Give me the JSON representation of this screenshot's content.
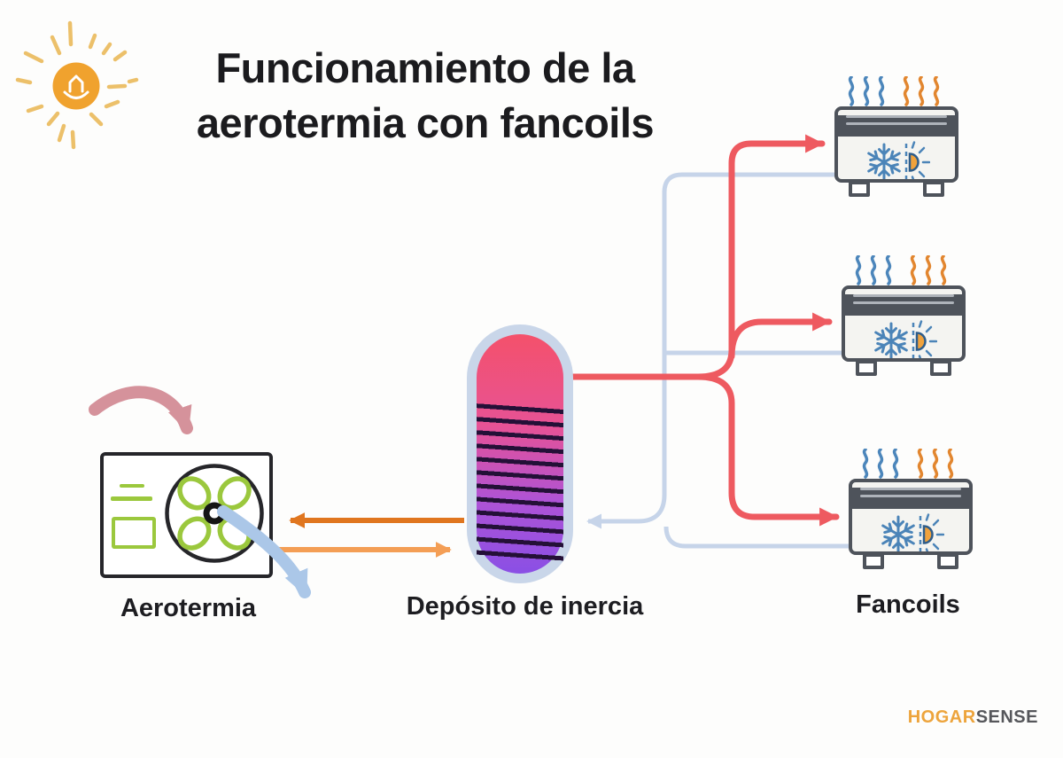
{
  "title": {
    "line1": "Funcionamiento de la",
    "line2": "aerotermia con fancoils"
  },
  "labels": {
    "aerotermia": "Aerotermia",
    "deposito": "Depósito de inercia",
    "fancoils": "Fancoils"
  },
  "logo": {
    "hogar": "HOGAR",
    "sense": "SENSE"
  },
  "colors": {
    "hot_supply_pipe": "#EE5A60",
    "cool_return_pipe": "#C6D4E9",
    "tank_to_heatpump_pipe": "#E0761F",
    "heatpump_to_tank_pipe": "#F49E55",
    "air_intake_arrow": "#D5929B",
    "air_exhaust_arrow": "#ABC7E8",
    "tank_top": "#F4516B",
    "tank_bottom": "#8A4FE5",
    "tank_shell": "#C9D6E9",
    "fan_green": "#9BC83D",
    "fancoil_gray": "#4E535B",
    "cool_wave_blue": "#4C86BB",
    "heat_wave_orange": "#E2862F",
    "sun_orange": "#F0A22E",
    "logo_hogar": "#EDA43C",
    "logo_sense": "#56575B"
  },
  "icons": [
    "sun-icon",
    "house-icon",
    "fan-icon",
    "snowflake-icon",
    "half-sun-icon",
    "cool-waves-icon",
    "heat-waves-icon"
  ],
  "diagram": {
    "nodes": [
      "Aerotermia",
      "Depósito de inercia",
      "Fancoil 1",
      "Fancoil 2",
      "Fancoil 3"
    ],
    "flows": [
      {
        "name": "hot water supply",
        "color": "#EE5A60",
        "from": "Depósito de inercia",
        "to": [
          "Fancoil 1",
          "Fancoil 2",
          "Fancoil 3"
        ]
      },
      {
        "name": "water return",
        "color": "#C6D4E9",
        "from": [
          "Fancoil 1",
          "Fancoil 2",
          "Fancoil 3"
        ],
        "to": "Depósito de inercia"
      },
      {
        "name": "tank to heat pump",
        "color": "#E0761F",
        "from": "Depósito de inercia",
        "to": "Aerotermia"
      },
      {
        "name": "heat pump to tank",
        "color": "#F49E55",
        "from": "Aerotermia",
        "to": "Depósito de inercia"
      },
      {
        "name": "air intake",
        "color": "#D5929B",
        "to": "Aerotermia"
      },
      {
        "name": "air exhaust",
        "color": "#ABC7E8",
        "from": "Aerotermia"
      }
    ]
  }
}
